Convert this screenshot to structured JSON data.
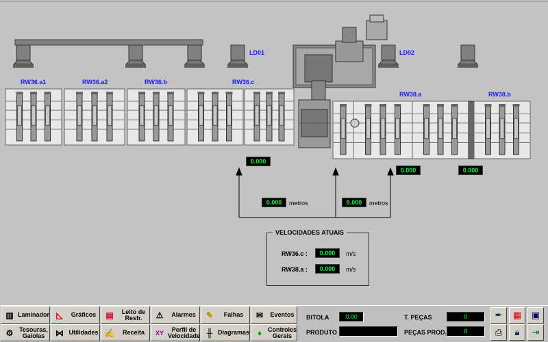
{
  "stands": {
    "rw36_a1": "RW36.a1",
    "rw36_a2": "RW36.a2",
    "rw36_b": "RW36.b",
    "rw36_c": "RW36.c",
    "rw38_a": "RW38.a",
    "rw38_b": "RW38.b",
    "ld01": "LD01",
    "ld02": "LD02"
  },
  "readouts": {
    "rw36c_speed": "0.000",
    "rw38a_speed": "0.000",
    "rw38b_speed": "0.000",
    "distance_1": "0.000",
    "distance_2": "0.000",
    "metros_1": "metros",
    "metros_2": "metros"
  },
  "velocidades": {
    "title": "VELOCIDADES ATUAIS",
    "rw36c_label": "RW36.c :",
    "rw36c_value": "0.000",
    "rw38a_label": "RW38.a :",
    "rw38a_value": "0.000",
    "unit": "m/s"
  },
  "menu": {
    "laminador": "Laminador",
    "graficos": "Gráficos",
    "leito_l1": "Leito de",
    "leito_l2": "Resfr.",
    "alarmes": "Alarmes",
    "falhas": "Falhas",
    "eventos": "Eventos",
    "tesouras_l1": "Tesouras,",
    "tesouras_l2": "Gaiolas",
    "utilidades": "Utilidades",
    "receita": "Receita",
    "perfil_l1": "Perfil de",
    "perfil_l2": "Velocidade",
    "diagramas": "Diagramas",
    "controles_l1": "Controles",
    "controles_l2": "Gerais"
  },
  "info": {
    "bitola_label": "BITOLA",
    "bitola_value": "0.00",
    "produto_label": "PRODUTO",
    "produto_value": "",
    "t_pecas_label": "T. PEÇAS",
    "t_pecas_value": "0",
    "pecas_prod_label": "PEÇAS PROD.",
    "pecas_prod_value": "0"
  },
  "colors": {
    "background": "#c3c3c3",
    "label_blue": "#1a1aff",
    "display_green": "#00ff40"
  },
  "icons": [
    "pen-icon",
    "palette-icon",
    "monitor-icon",
    "printer-icon",
    "lock-icon",
    "exit-icon"
  ]
}
